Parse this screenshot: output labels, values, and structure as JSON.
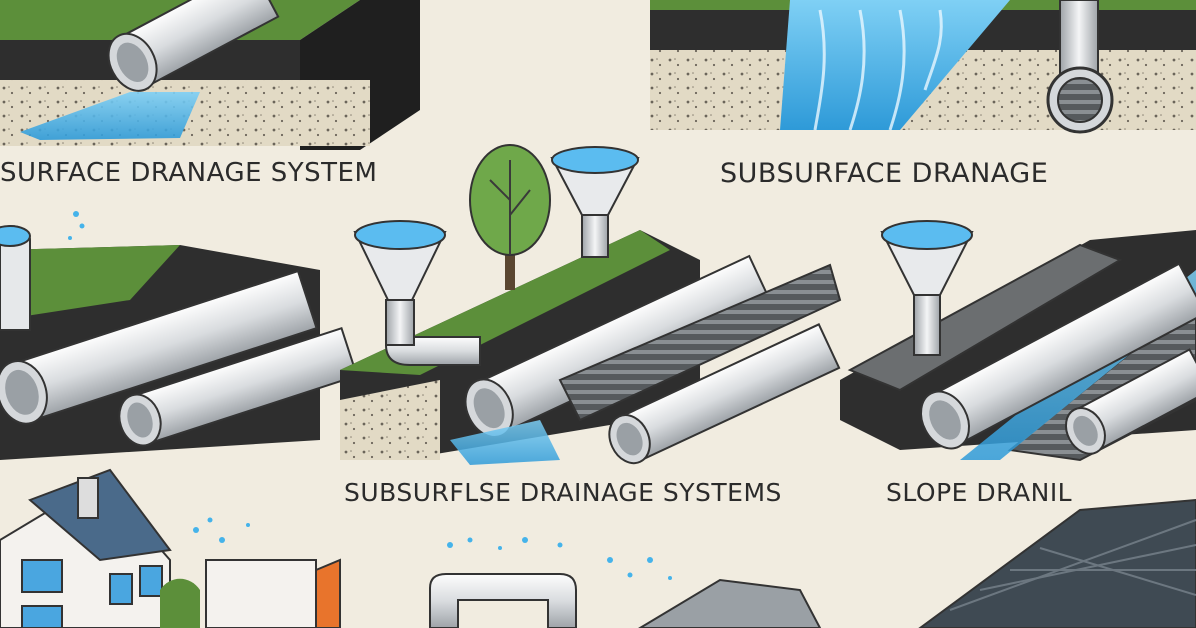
{
  "labels": {
    "surface": "SURFACE DRANAGE SYSTEM",
    "subsurface": "SUBSURFACE DRANAGE",
    "subsurface_systems": "SUBSURFLSE DRAINAGE SYSTEMS",
    "slope": "SLOPE DRANIL"
  },
  "colors": {
    "background": "#f1ece0",
    "grass": "#5c8f3a",
    "soil": "#2e2e2e",
    "gravel": "#d8cfb8",
    "pipe": "#e6e8ea",
    "water": "#3fa9e0",
    "ink": "#2b2b2b"
  }
}
